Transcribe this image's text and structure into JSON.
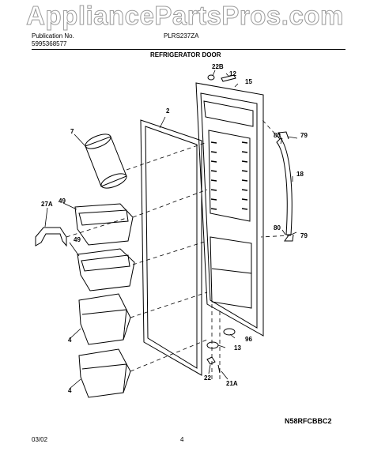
{
  "watermark": "AppliancePartsPros.com",
  "header": {
    "publication_label": "Publication No.",
    "publication_number": "5995368577",
    "model": "PLRS237ZA",
    "section_title": "REFRIGERATOR DOOR"
  },
  "callouts": [
    "22B",
    "12",
    "15",
    "2",
    "7",
    "80",
    "79",
    "49",
    "18",
    "27A",
    "49",
    "80",
    "79",
    "96",
    "13",
    "4",
    "22",
    "21A",
    "4"
  ],
  "footer": {
    "diagram_code": "N58RFCBBC2",
    "date": "03/02",
    "page": "4"
  }
}
